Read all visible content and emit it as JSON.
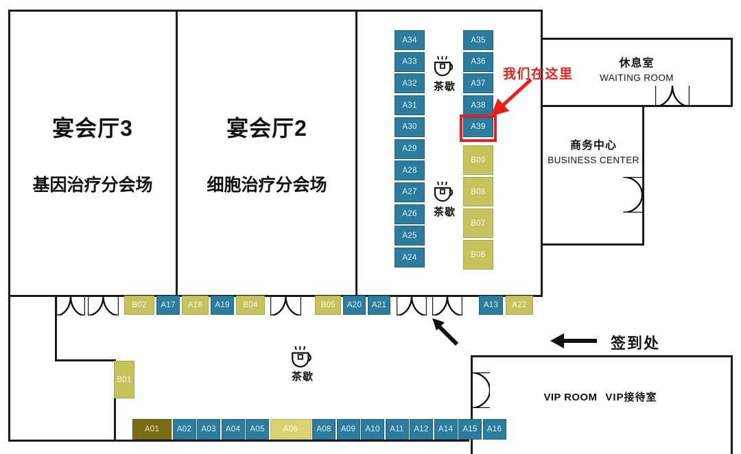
{
  "meta": {
    "title": "展会平面图",
    "palette": {
      "blue": "#2c7d9d",
      "yellow": "#c6c25c",
      "yellow_light": "#d8d273",
      "dark_olive": "#7a6c12",
      "highlight_red": "#ee1c1c",
      "wall": "#1a1a1a"
    }
  },
  "halls": [
    {
      "id": "hall3",
      "big": "宴会厅3",
      "sub": "基因治疗分会场"
    },
    {
      "id": "hall2",
      "big": "宴会厅2",
      "sub": "细胞治疗分会场"
    }
  ],
  "rooms": [
    {
      "id": "waiting",
      "cn": "休息室",
      "en": "WAITING ROOM"
    },
    {
      "id": "business",
      "cn": "商务中心",
      "en": "BUSINESS CENTER"
    },
    {
      "id": "vip",
      "en": "VIP ROOM",
      "cn": "VIP接待室"
    }
  ],
  "annotations": {
    "you_are_here": "我们在这里",
    "sign_in": "签到处",
    "highlighted_booth": "A39"
  },
  "tea_breaks": [
    {
      "id": "tea-top",
      "label": "茶歇"
    },
    {
      "id": "tea-mid",
      "label": "茶歇"
    },
    {
      "id": "tea-bottom",
      "label": "茶歇"
    }
  ],
  "booths": {
    "column_left": [
      {
        "label": "A34",
        "color": "blue"
      },
      {
        "label": "A33",
        "color": "blue"
      },
      {
        "label": "A32",
        "color": "blue"
      },
      {
        "label": "A31",
        "color": "blue"
      },
      {
        "label": "A30",
        "color": "blue"
      },
      {
        "label": "A29",
        "color": "blue"
      },
      {
        "label": "A28",
        "color": "blue"
      },
      {
        "label": "A27",
        "color": "blue"
      },
      {
        "label": "A26",
        "color": "blue"
      },
      {
        "label": "A25",
        "color": "blue"
      },
      {
        "label": "A24",
        "color": "blue"
      }
    ],
    "column_right_top": [
      {
        "label": "A35",
        "color": "blue"
      },
      {
        "label": "A36",
        "color": "blue"
      },
      {
        "label": "A37",
        "color": "blue"
      },
      {
        "label": "A38",
        "color": "blue"
      },
      {
        "label": "A39",
        "color": "blue",
        "highlighted": true
      }
    ],
    "column_right_bottom": [
      {
        "label": "B09",
        "color": "yellow"
      },
      {
        "label": "B08",
        "color": "yellow"
      },
      {
        "label": "B07",
        "color": "yellow"
      },
      {
        "label": "B06",
        "color": "yellow"
      }
    ],
    "middle_row": [
      {
        "label": "B02",
        "color": "yellow"
      },
      {
        "label": "A17",
        "color": "blue"
      },
      {
        "label": "A18",
        "color": "yellow"
      },
      {
        "label": "A19",
        "color": "blue"
      },
      {
        "label": "B04",
        "color": "yellow"
      },
      {
        "label": "B05",
        "color": "yellow"
      },
      {
        "label": "A20",
        "color": "blue"
      },
      {
        "label": "A21",
        "color": "blue"
      },
      {
        "label": "A13",
        "color": "blue"
      },
      {
        "label": "A22",
        "color": "yellow"
      }
    ],
    "left_single": [
      {
        "label": "B01",
        "color": "yellow"
      }
    ],
    "bottom_row": [
      {
        "label": "A01",
        "color": "dark"
      },
      {
        "label": "A02",
        "color": "blue"
      },
      {
        "label": "A03",
        "color": "blue"
      },
      {
        "label": "A04",
        "color": "blue"
      },
      {
        "label": "A05",
        "color": "blue"
      },
      {
        "label": "A06",
        "color": "yellow-light"
      },
      {
        "label": "A08",
        "color": "blue"
      },
      {
        "label": "A09",
        "color": "blue"
      },
      {
        "label": "A10",
        "color": "blue"
      },
      {
        "label": "A11",
        "color": "blue"
      },
      {
        "label": "A12",
        "color": "blue"
      },
      {
        "label": "A14",
        "color": "blue"
      },
      {
        "label": "A15",
        "color": "blue"
      },
      {
        "label": "A16",
        "color": "blue"
      }
    ]
  }
}
